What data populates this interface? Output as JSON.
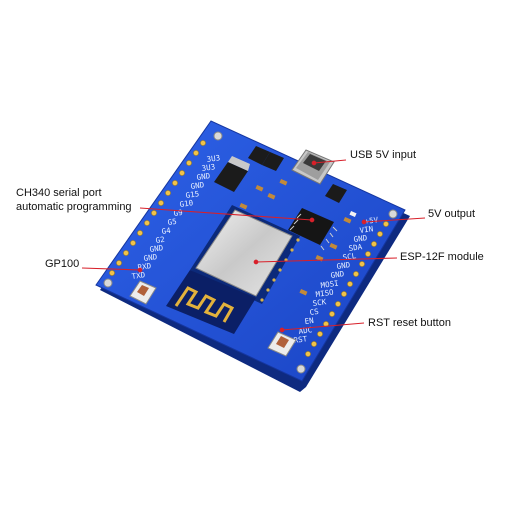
{
  "image": {
    "background": "#ffffff",
    "board_color": "#1e4fd6",
    "board_edge_color": "#1536a0",
    "label_color": "#111111",
    "leader_line_color": "#d8202a"
  },
  "callouts": {
    "usb": "USB 5V input",
    "ch340_line1": "CH340 serial port",
    "ch340_line2": "automatic programming",
    "v5_output": "5V output",
    "gp100": "GP100",
    "esp12f": "ESP-12F module",
    "rst": "RST reset button"
  },
  "board": {
    "left_header_pins": [
      "3U3",
      "3U3",
      "GND",
      "GND",
      "G15",
      "G10",
      "G9",
      "G5",
      "G4",
      "G2",
      "GND",
      "GND",
      "RXD",
      "TXD"
    ],
    "right_header_pins": [
      "+5V",
      "VIN",
      "GND",
      "SDA",
      "SCL",
      "GND",
      "GND",
      "MOSI",
      "MISO",
      "SCK",
      "CS",
      "EN",
      "ADC",
      "RST"
    ]
  }
}
